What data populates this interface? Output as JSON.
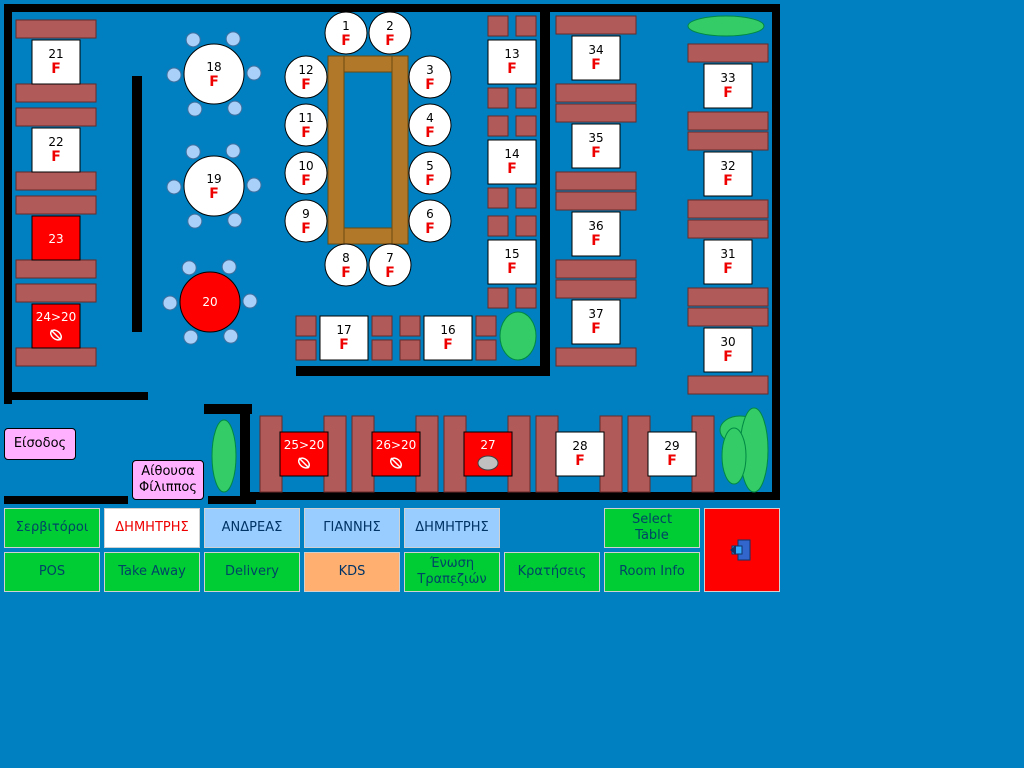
{
  "labels": {
    "entrance": "Είσοδος",
    "hall": "Αίθουσα\nΦίλιππος"
  },
  "tables": [
    {
      "n": "1",
      "s": "F"
    },
    {
      "n": "2",
      "s": "F"
    },
    {
      "n": "3",
      "s": "F"
    },
    {
      "n": "4",
      "s": "F"
    },
    {
      "n": "5",
      "s": "F"
    },
    {
      "n": "6",
      "s": "F"
    },
    {
      "n": "7",
      "s": "F"
    },
    {
      "n": "8",
      "s": "F"
    },
    {
      "n": "9",
      "s": "F"
    },
    {
      "n": "10",
      "s": "F"
    },
    {
      "n": "11",
      "s": "F"
    },
    {
      "n": "12",
      "s": "F"
    },
    {
      "n": "13",
      "s": "F"
    },
    {
      "n": "14",
      "s": "F"
    },
    {
      "n": "15",
      "s": "F"
    },
    {
      "n": "16",
      "s": "F"
    },
    {
      "n": "17",
      "s": "F"
    },
    {
      "n": "18",
      "s": "F"
    },
    {
      "n": "19",
      "s": "F"
    },
    {
      "n": "20",
      "s": ""
    },
    {
      "n": "21",
      "s": "F"
    },
    {
      "n": "22",
      "s": "F"
    },
    {
      "n": "23",
      "s": ""
    },
    {
      "n": "24>20",
      "s": ""
    },
    {
      "n": "25>20",
      "s": ""
    },
    {
      "n": "26>20",
      "s": ""
    },
    {
      "n": "27",
      "s": ""
    },
    {
      "n": "28",
      "s": "F"
    },
    {
      "n": "29",
      "s": "F"
    },
    {
      "n": "30",
      "s": "F"
    },
    {
      "n": "31",
      "s": "F"
    },
    {
      "n": "32",
      "s": "F"
    },
    {
      "n": "33",
      "s": "F"
    },
    {
      "n": "34",
      "s": "F"
    },
    {
      "n": "35",
      "s": "F"
    },
    {
      "n": "36",
      "s": "F"
    },
    {
      "n": "37",
      "s": "F"
    }
  ],
  "buttons": {
    "waiters": "Σερβιτόροι",
    "waiter1": "ΔΗΜΗΤΡΗΣ",
    "waiter2": "ΑΝΔΡΕΑΣ",
    "waiter3": "ΓΙΑΝΝΗΣ",
    "waiter4": "ΔΗΜΗΤΡΗΣ",
    "select_table": "Select\nTable",
    "pos": "POS",
    "takeaway": "Take Away",
    "delivery": "Delivery",
    "kds": "KDS",
    "merge_tables": "Ένωση\nΤραπεζιών",
    "reservations": "Κρατήσεις",
    "room_info": "Room Info"
  },
  "colors": {
    "background": "#0080c0",
    "free_table": "#ffffff",
    "occupied_table": "#ff0000",
    "chair": "#b05a5a",
    "button_green": "#00cc33",
    "button_blue": "#99ccff",
    "button_orange": "#ffb070"
  }
}
